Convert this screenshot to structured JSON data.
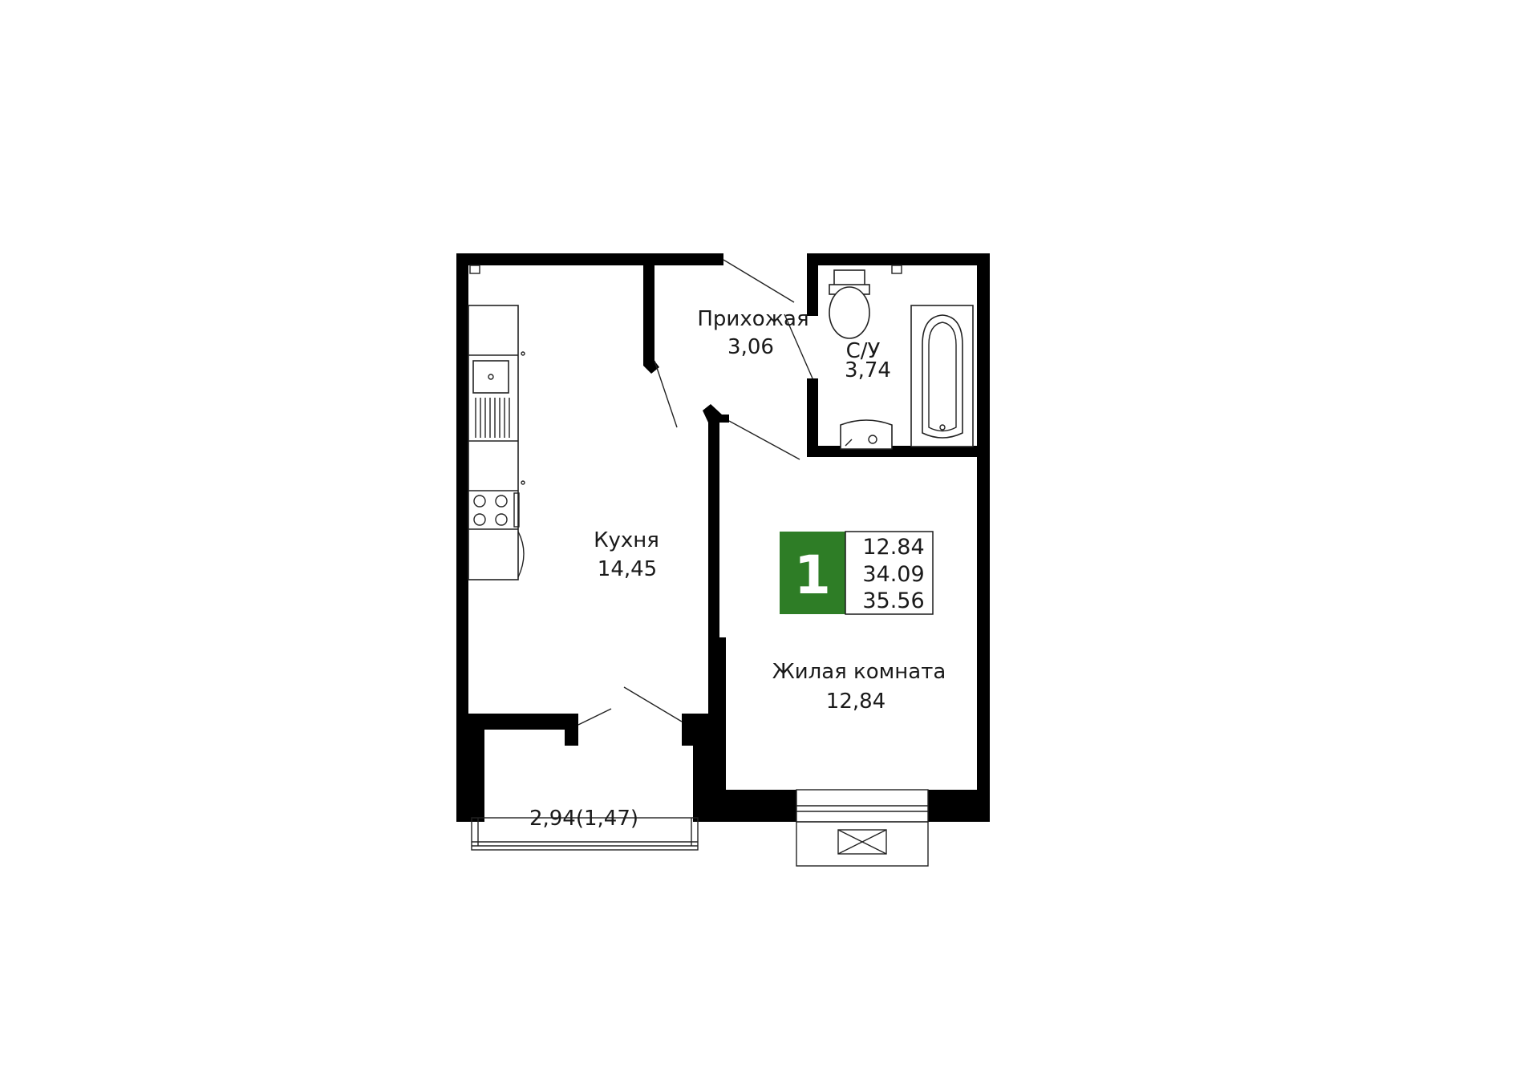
{
  "colors": {
    "badge": "#2e7d26",
    "wall": "#000000",
    "background": "#ffffff"
  },
  "rooms": {
    "hall": {
      "name": "Прихожая",
      "area": "3,06"
    },
    "bathroom": {
      "name": "С/У",
      "area": "3,74"
    },
    "kitchen": {
      "name": "Кухня",
      "area": "14,45"
    },
    "living": {
      "name": "Жилая комната",
      "area": "12,84"
    },
    "balcony": {
      "area": "2,94(1,47)"
    }
  },
  "summary": {
    "rooms_count": "1",
    "living_area": "12.84",
    "total_area": "34.09",
    "total_with_balcony": "35.56"
  }
}
